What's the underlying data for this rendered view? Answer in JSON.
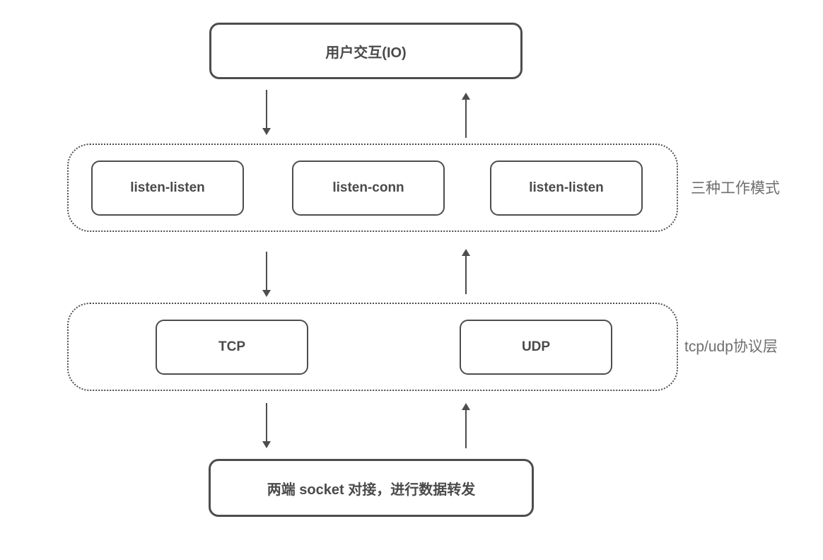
{
  "nodes": {
    "user_io": {
      "label": "用户交互(IO)"
    },
    "socket_forward": {
      "label": "两端 socket 对接，进行数据转发"
    }
  },
  "groups": {
    "work_modes": {
      "label": "三种工作模式",
      "boxes": [
        "listen-listen",
        "listen-conn",
        "listen-listen"
      ]
    },
    "protocol_layer": {
      "label": "tcp/udp协议层",
      "boxes": [
        "TCP",
        "UDP"
      ]
    }
  },
  "arrows": {
    "pairs": 3,
    "left_direction": "down",
    "right_direction": "up"
  },
  "colors": {
    "background": "#ffffff",
    "stroke": "#4d4d4d",
    "text": "#4a4a4a",
    "side_label": "#6e6e6e"
  }
}
